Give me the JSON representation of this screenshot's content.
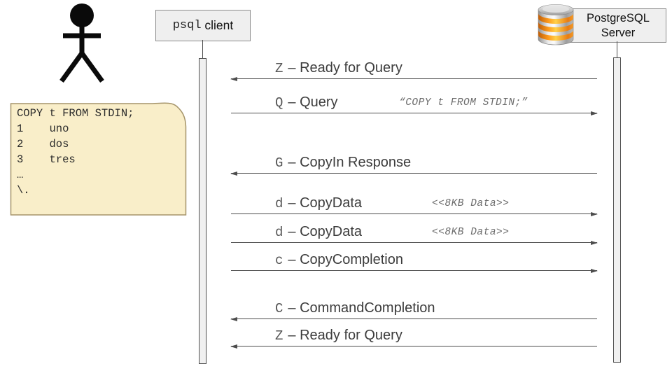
{
  "diagram": {
    "title": "psql COPY FROM STDIN wire-protocol sequence",
    "client": {
      "name_mono": "psql",
      "name_rest": "client"
    },
    "server": {
      "line1": "PostgreSQL",
      "line2": "Server",
      "icon": "database-icon"
    },
    "user": {
      "icon": "stick-figure-icon"
    },
    "note_lines": [
      "COPY t FROM STDIN;",
      "1    uno",
      "2    dos",
      "3    tres",
      "…",
      "\\."
    ],
    "messages": [
      {
        "code": "Z",
        "label": "– Ready for Query",
        "direction": "to-client",
        "annotation": ""
      },
      {
        "code": "Q",
        "label": "– Query",
        "direction": "to-server",
        "annotation": "“COPY t FROM STDIN;”"
      },
      {
        "code": "G",
        "label": "– CopyIn Response",
        "direction": "to-client",
        "annotation": ""
      },
      {
        "code": "d",
        "label": "– CopyData",
        "direction": "to-server",
        "annotation": "<<8KB Data>>"
      },
      {
        "code": "d",
        "label": "– CopyData",
        "direction": "to-server",
        "annotation": "<<8KB Data>>"
      },
      {
        "code": "c",
        "label": "– CopyCompletion",
        "direction": "to-server",
        "annotation": ""
      },
      {
        "code": "C",
        "label": "– CommandCompletion",
        "direction": "to-client",
        "annotation": ""
      },
      {
        "code": "Z",
        "label": "– Ready for Query",
        "direction": "to-client",
        "annotation": ""
      }
    ],
    "colors": {
      "line": "#4d4d4d",
      "box_fill": "#efefef",
      "box_border": "#8c8c8c",
      "bar_fill": "#f0f0f0",
      "bar_border": "#4d4d4d",
      "note_fill": "#f9eec9",
      "note_border": "#a5946a",
      "label": "#3c3c3c",
      "code": "#565656",
      "ann": "#6b6b6b",
      "db_orange": "#f08a00",
      "db_silver": "#c9c9c9"
    }
  }
}
